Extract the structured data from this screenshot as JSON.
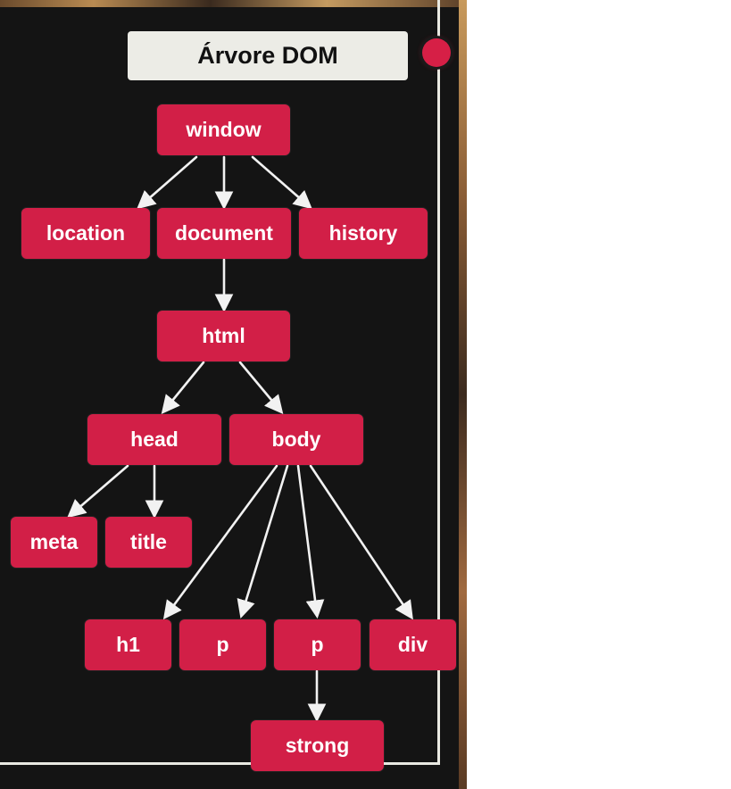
{
  "title": "Árvore DOM",
  "colors": {
    "node": "#d21f47",
    "background": "#141414",
    "edge": "#f2f2f2",
    "title_box": "#ecece6"
  },
  "nodes": {
    "window": "window",
    "location": "location",
    "document": "document",
    "history": "history",
    "html": "html",
    "head": "head",
    "body": "body",
    "meta": "meta",
    "title": "title",
    "h1": "h1",
    "p1": "p",
    "p2": "p",
    "div": "div",
    "strong": "strong"
  },
  "edges": [
    [
      "window",
      "location"
    ],
    [
      "window",
      "document"
    ],
    [
      "window",
      "history"
    ],
    [
      "document",
      "html"
    ],
    [
      "html",
      "head"
    ],
    [
      "html",
      "body"
    ],
    [
      "head",
      "meta"
    ],
    [
      "head",
      "title"
    ],
    [
      "body",
      "h1"
    ],
    [
      "body",
      "p1"
    ],
    [
      "body",
      "p2"
    ],
    [
      "body",
      "div"
    ],
    [
      "p2",
      "strong"
    ]
  ]
}
